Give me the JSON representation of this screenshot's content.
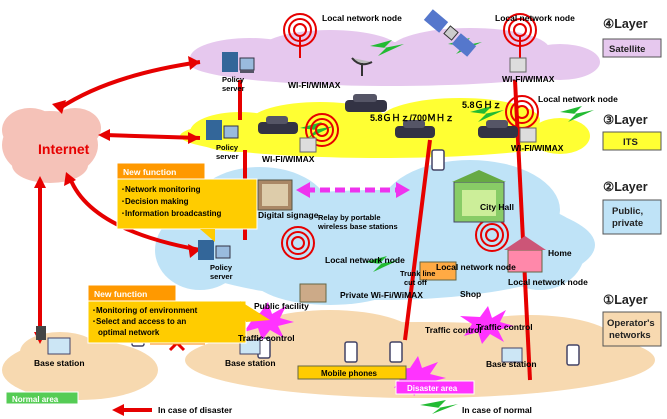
{
  "layers": [
    {
      "number": "④Layer",
      "name": "Satellite",
      "color": "#e6c8ee"
    },
    {
      "number": "③Layer",
      "name": "ITS",
      "color": "#ffff33"
    },
    {
      "number": "②Layer",
      "name": "Public,\nprivate",
      "color": "#bfe3f7"
    },
    {
      "number": "①Layer",
      "name": "Operator's\nnetworks",
      "color": "#f7d9b0"
    }
  ],
  "internet": "Internet",
  "policy_server": "Policy\nserver",
  "wifi_wimax": "WI-FI/WIMAX",
  "private_wifi": "Private Wi-Fi/WiMAX",
  "local_network_node": "Local network node",
  "freq_1": "5.8ＧＨｚ",
  "freq_2": "5.8ＧＨｚ/700ＭＨｚ",
  "new_function_1": {
    "title": "New function",
    "items": [
      "･Network monitoring",
      "･Decision making",
      "･Information broadcasting"
    ]
  },
  "new_function_2": {
    "title": "New function",
    "items": [
      "･Monitoring of environment",
      "･Select and access to an",
      "  optimal network"
    ]
  },
  "digital_signage": "Digital signage",
  "relay": "Relay by portable\nwireless base stations",
  "city_hall": "City Hall",
  "home": "Home",
  "shop": "Shop",
  "trunk_line": "Trunk line\ncut off",
  "public_facility": "Public facility",
  "traffic_control": "Traffic control",
  "base_station": "Base station",
  "mobile_phones": "Mobile phones",
  "disaster_area": "Disaster area",
  "normal_area": "Normal area",
  "legend": {
    "disaster": "In case of disaster",
    "normal": "In case of normal"
  },
  "colors": {
    "arrow_red": "#e60000",
    "arrow_green": "#22bb33",
    "callout": "#ffcc00",
    "callout_title": "#e67e00"
  }
}
